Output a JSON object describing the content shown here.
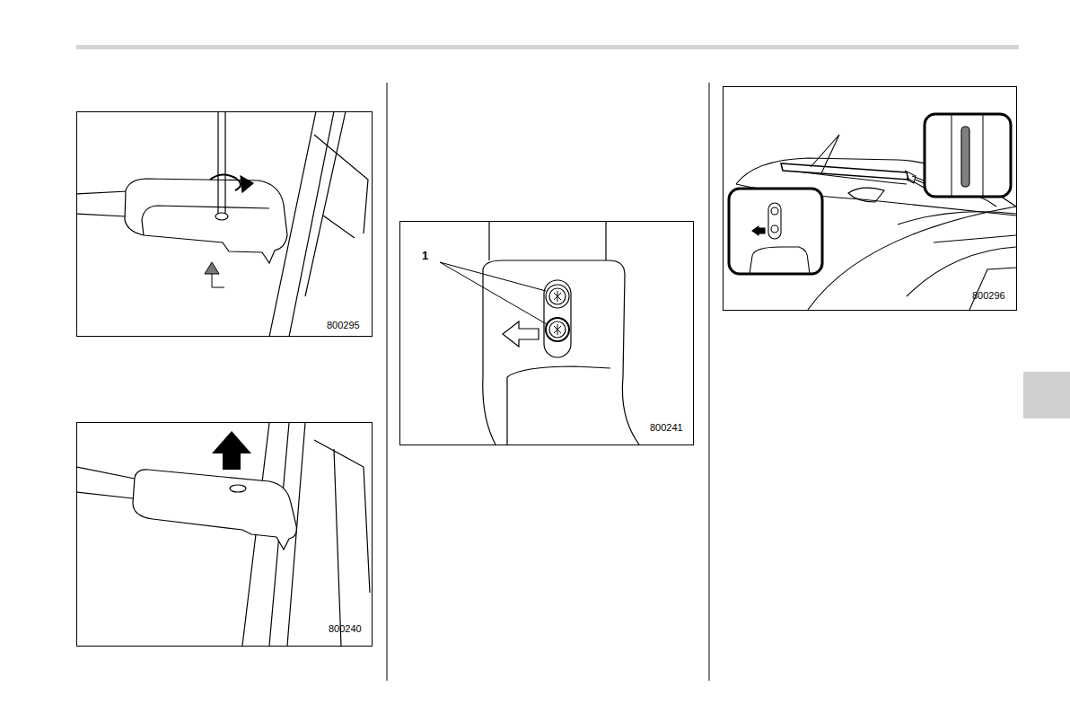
{
  "diagram": {
    "labels": [
      "800295",
      "800240",
      "1",
      "800241",
      "800296"
    ]
  }
}
